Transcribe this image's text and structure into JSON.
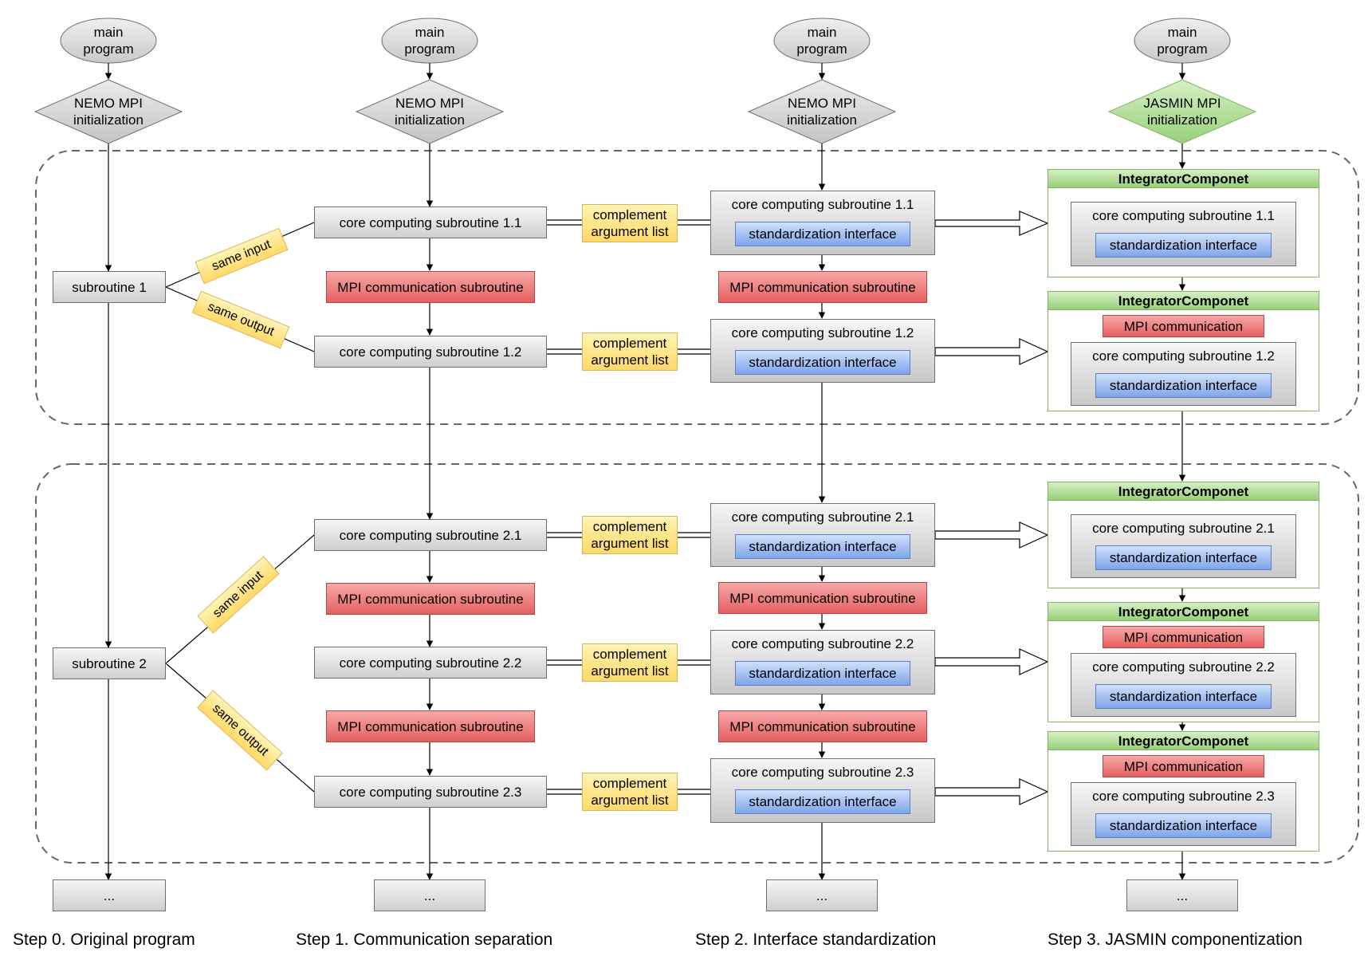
{
  "main_program_label": "main\nprogram",
  "init": {
    "nemo": "NEMO MPI\ninitialization",
    "jasmin": "JASMIN MPI\ninitialization"
  },
  "step0": {
    "subroutine1": "subroutine 1",
    "subroutine2": "subroutine 2",
    "tags": {
      "same_input": "same input",
      "same_output": "same output"
    }
  },
  "labels": {
    "core_1_1": "core computing subroutine 1.1",
    "core_1_2": "core computing subroutine 1.2",
    "core_2_1": "core computing subroutine 2.1",
    "core_2_2": "core computing subroutine 2.2",
    "core_2_3": "core computing subroutine 2.3",
    "mpi_sub": "MPI communication subroutine",
    "mpi_comm": "MPI communication",
    "complement": "complement\nargument list",
    "std_interface": "standardization interface",
    "integrator": "IntegratorComponet",
    "ellipsis": "..."
  },
  "steps": [
    "Step 0. Original program",
    "Step 1. Communication separation",
    "Step 2. Interface standardization",
    "Step 3. JASMIN componentization"
  ],
  "colors": {
    "gray": "#d9d9d9",
    "red": "#ea6b66",
    "blue": "#7ea6e0",
    "yellow": "#ffd966",
    "green": "#97d077",
    "dashed_border": "#666666"
  }
}
